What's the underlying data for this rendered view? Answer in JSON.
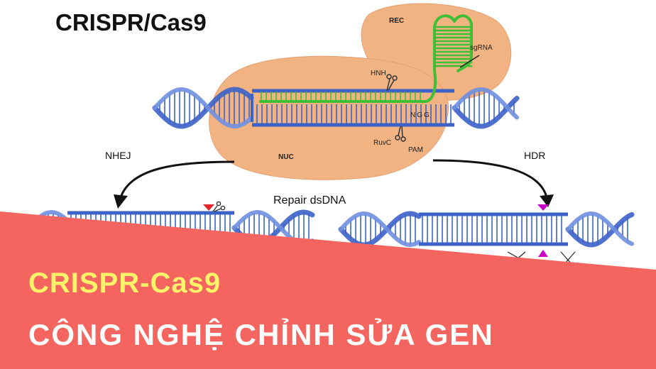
{
  "diagram": {
    "title": "CRISPR/Cas9",
    "labels": {
      "rec": "REC",
      "sgrna": "sgRNA",
      "hnh": "HNH",
      "ngg": "NGG",
      "ruvc": "RuvC",
      "pam": "PAM",
      "nuc": "NUC",
      "nhej": "NHEJ",
      "hdr": "HDR",
      "repair": "Repair dsDNA"
    }
  },
  "banner": {
    "line1": "CRISPR-Cas9",
    "line2": "CÔNG NGHỆ CHỈNH SỬA GEN"
  },
  "colors": {
    "protein": "#f2b383",
    "protein_edge": "#e09a66",
    "dna": "#3c62c8",
    "rna": "#3fbf35",
    "banner": "#f4655f",
    "banner_line1": "#fff36a",
    "banner_line2": "#ffffff",
    "nhej_marker": "#e0242a",
    "hdr_marker": "#c800c8"
  }
}
